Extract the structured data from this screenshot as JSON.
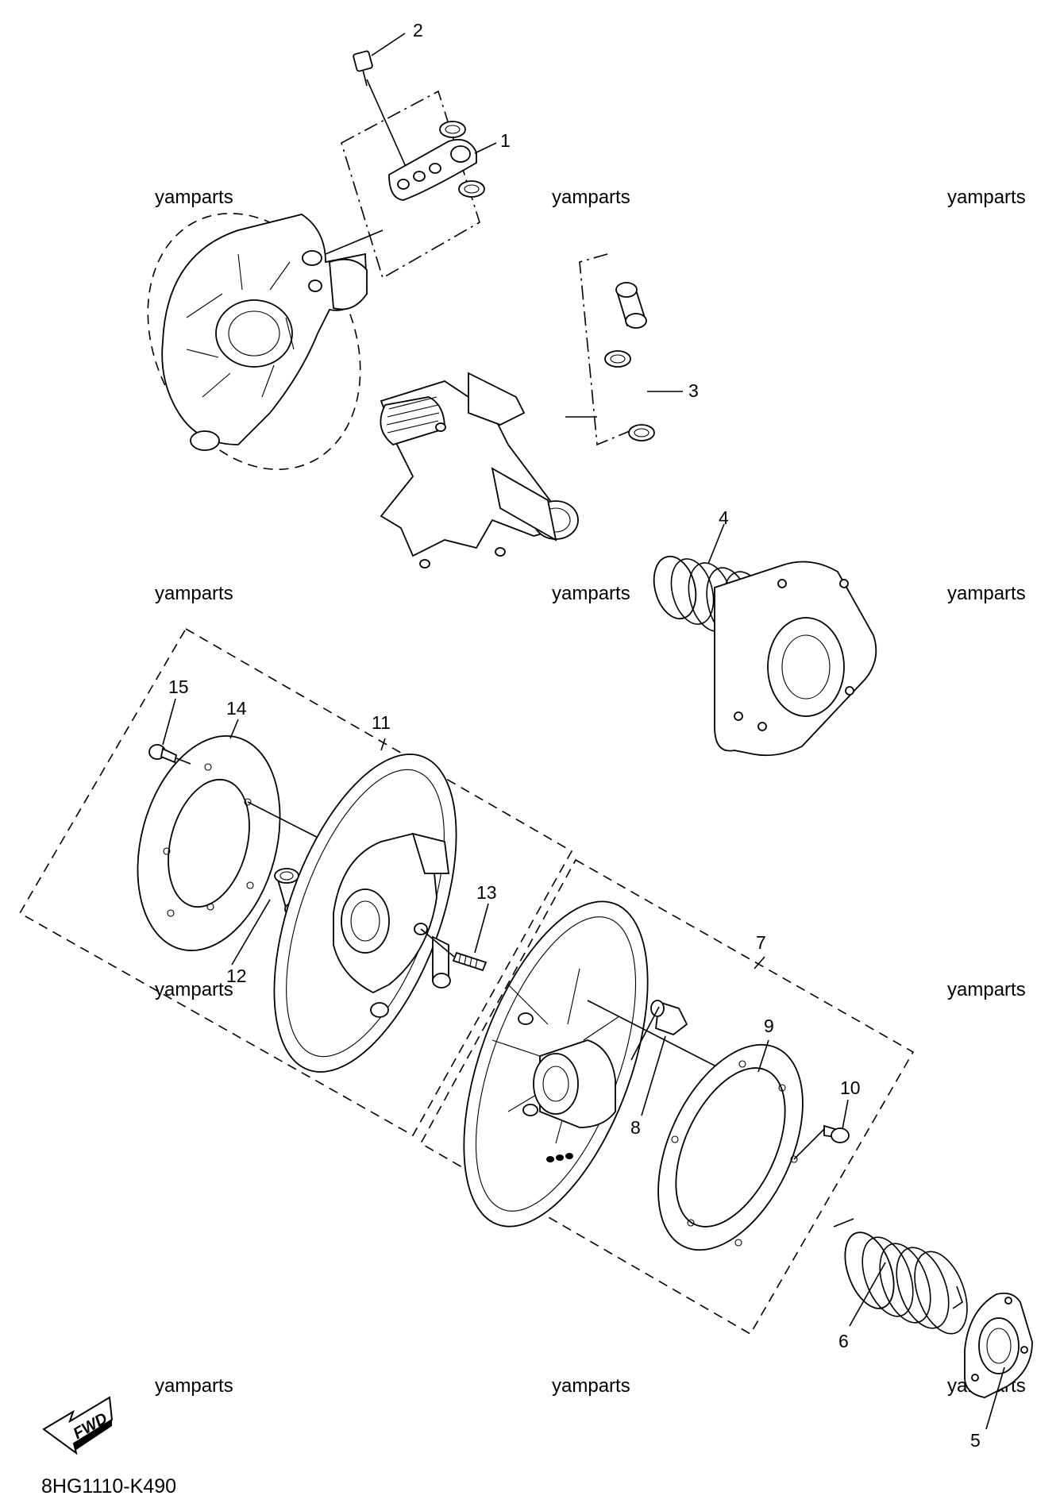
{
  "watermark": "yamparts",
  "diagram_code": "8HG1110-K490",
  "fwd_label": "FWD",
  "callouts": {
    "c1": "1",
    "c2": "2",
    "c3": "3",
    "c4": "4",
    "c5": "5",
    "c6": "6",
    "c7": "7",
    "c8": "8",
    "c9": "9",
    "c10": "10",
    "c11": "11",
    "c12": "12",
    "c13": "13",
    "c14": "14",
    "c15": "15"
  }
}
